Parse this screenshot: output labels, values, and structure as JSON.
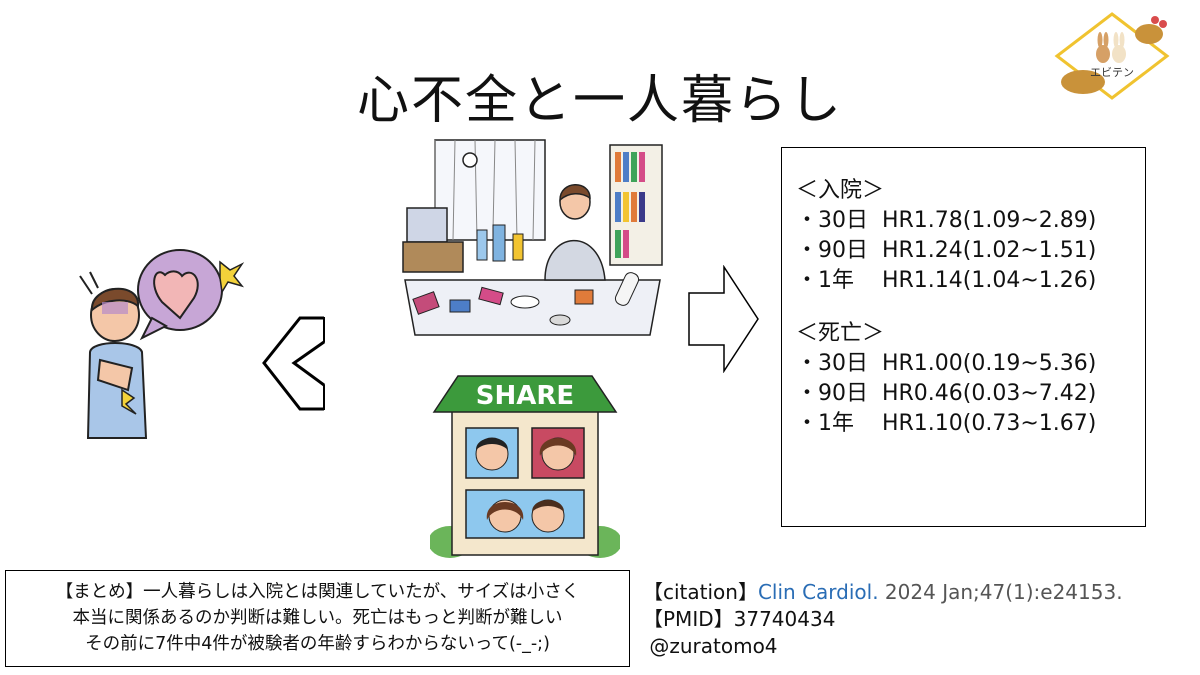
{
  "title": "心不全と一人暮らし",
  "logo": {
    "text": "エビテン"
  },
  "share_sign": "SHARE",
  "results": {
    "hosp_header": "＜入院＞",
    "hosp": [
      "・30日  HR1.78(1.09~2.89)",
      "・90日  HR1.24(1.02~1.51)",
      "・1年    HR1.14(1.04~1.26)"
    ],
    "death_header": "＜死亡＞",
    "death": [
      "・30日  HR1.00(0.19~5.36)",
      "・90日  HR0.46(0.03~7.42)",
      "・1年    HR1.10(0.73~1.67)"
    ]
  },
  "summary": [
    "【まとめ】一人暮らしは入院とは関連していたが、サイズは小さく",
    "本当に関係あるのか判断は難しい。死亡はもっと判断が難しい",
    "その前に7件中4件が被験者の年齢すらわからないって(-_-;)"
  ],
  "citation": {
    "label": "【citation】",
    "journal": "Clin Cardiol.",
    "detail": " 2024 Jan;47(1):e24153.",
    "pmid_label": "【PMID】",
    "pmid": "37740434",
    "handle": "@zuratomo4"
  },
  "colors": {
    "journal_link": "#2a6db5",
    "share_roof": "#3c9a3c",
    "logo_border": "#f0c330"
  }
}
